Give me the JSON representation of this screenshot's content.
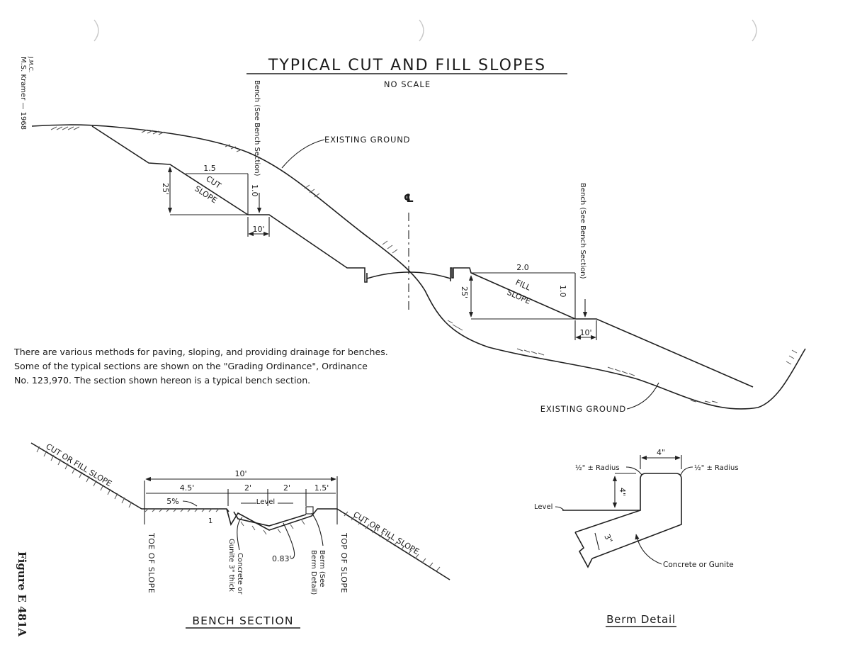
{
  "title": "TYPICAL CUT AND FILL SLOPES",
  "subtitle": "NO SCALE",
  "author": "M.S. Kramer — 1968",
  "initials": "J.M.C.",
  "figure_label": "Figure E 481A",
  "note_lines": [
    "There are various methods for paving, sloping, and providing drainage for benches.",
    "Some of the typical sections are shown on the \"Grading Ordinance\", Ordinance",
    "No. 123,970.  The section shown hereon is a typical bench section."
  ],
  "main": {
    "existing_ground": "EXISTING GROUND",
    "bench_label": "Bench (See Bench Section)",
    "centerline": "℄",
    "cut": {
      "run": "1.5",
      "rise": "1.0",
      "label_1": "CUT",
      "label_2": "SLOPE",
      "height": "25'",
      "bench_width": "10'"
    },
    "fill": {
      "run": "2.0",
      "rise": "1.0",
      "label_1": "FILL",
      "label_2": "SLOPE",
      "height": "25'",
      "bench_width": "10'"
    }
  },
  "bench_section": {
    "title": "BENCH SECTION",
    "slope_label": "CUT OR FILL SLOPE",
    "total_width": "10'",
    "dims": [
      "4.5'",
      "2'",
      "2'",
      "1.5'"
    ],
    "grade": "5%",
    "level": "Level",
    "one": "1",
    "depth": "0.83'",
    "concrete_1": "Concrete or",
    "concrete_2": "Gunite 3\" thick",
    "berm_1": "Berm (See",
    "berm_2": "Berm Detail)",
    "toe": "TOE OF SLOPE",
    "top": "TOP OF SLOPE"
  },
  "berm_detail": {
    "title": "Berm Detail",
    "radius": "½\" ± Radius",
    "width": "4\"",
    "height": "4\"",
    "thickness": "3\"",
    "level": "Level",
    "material": "Concrete or Gunite"
  }
}
